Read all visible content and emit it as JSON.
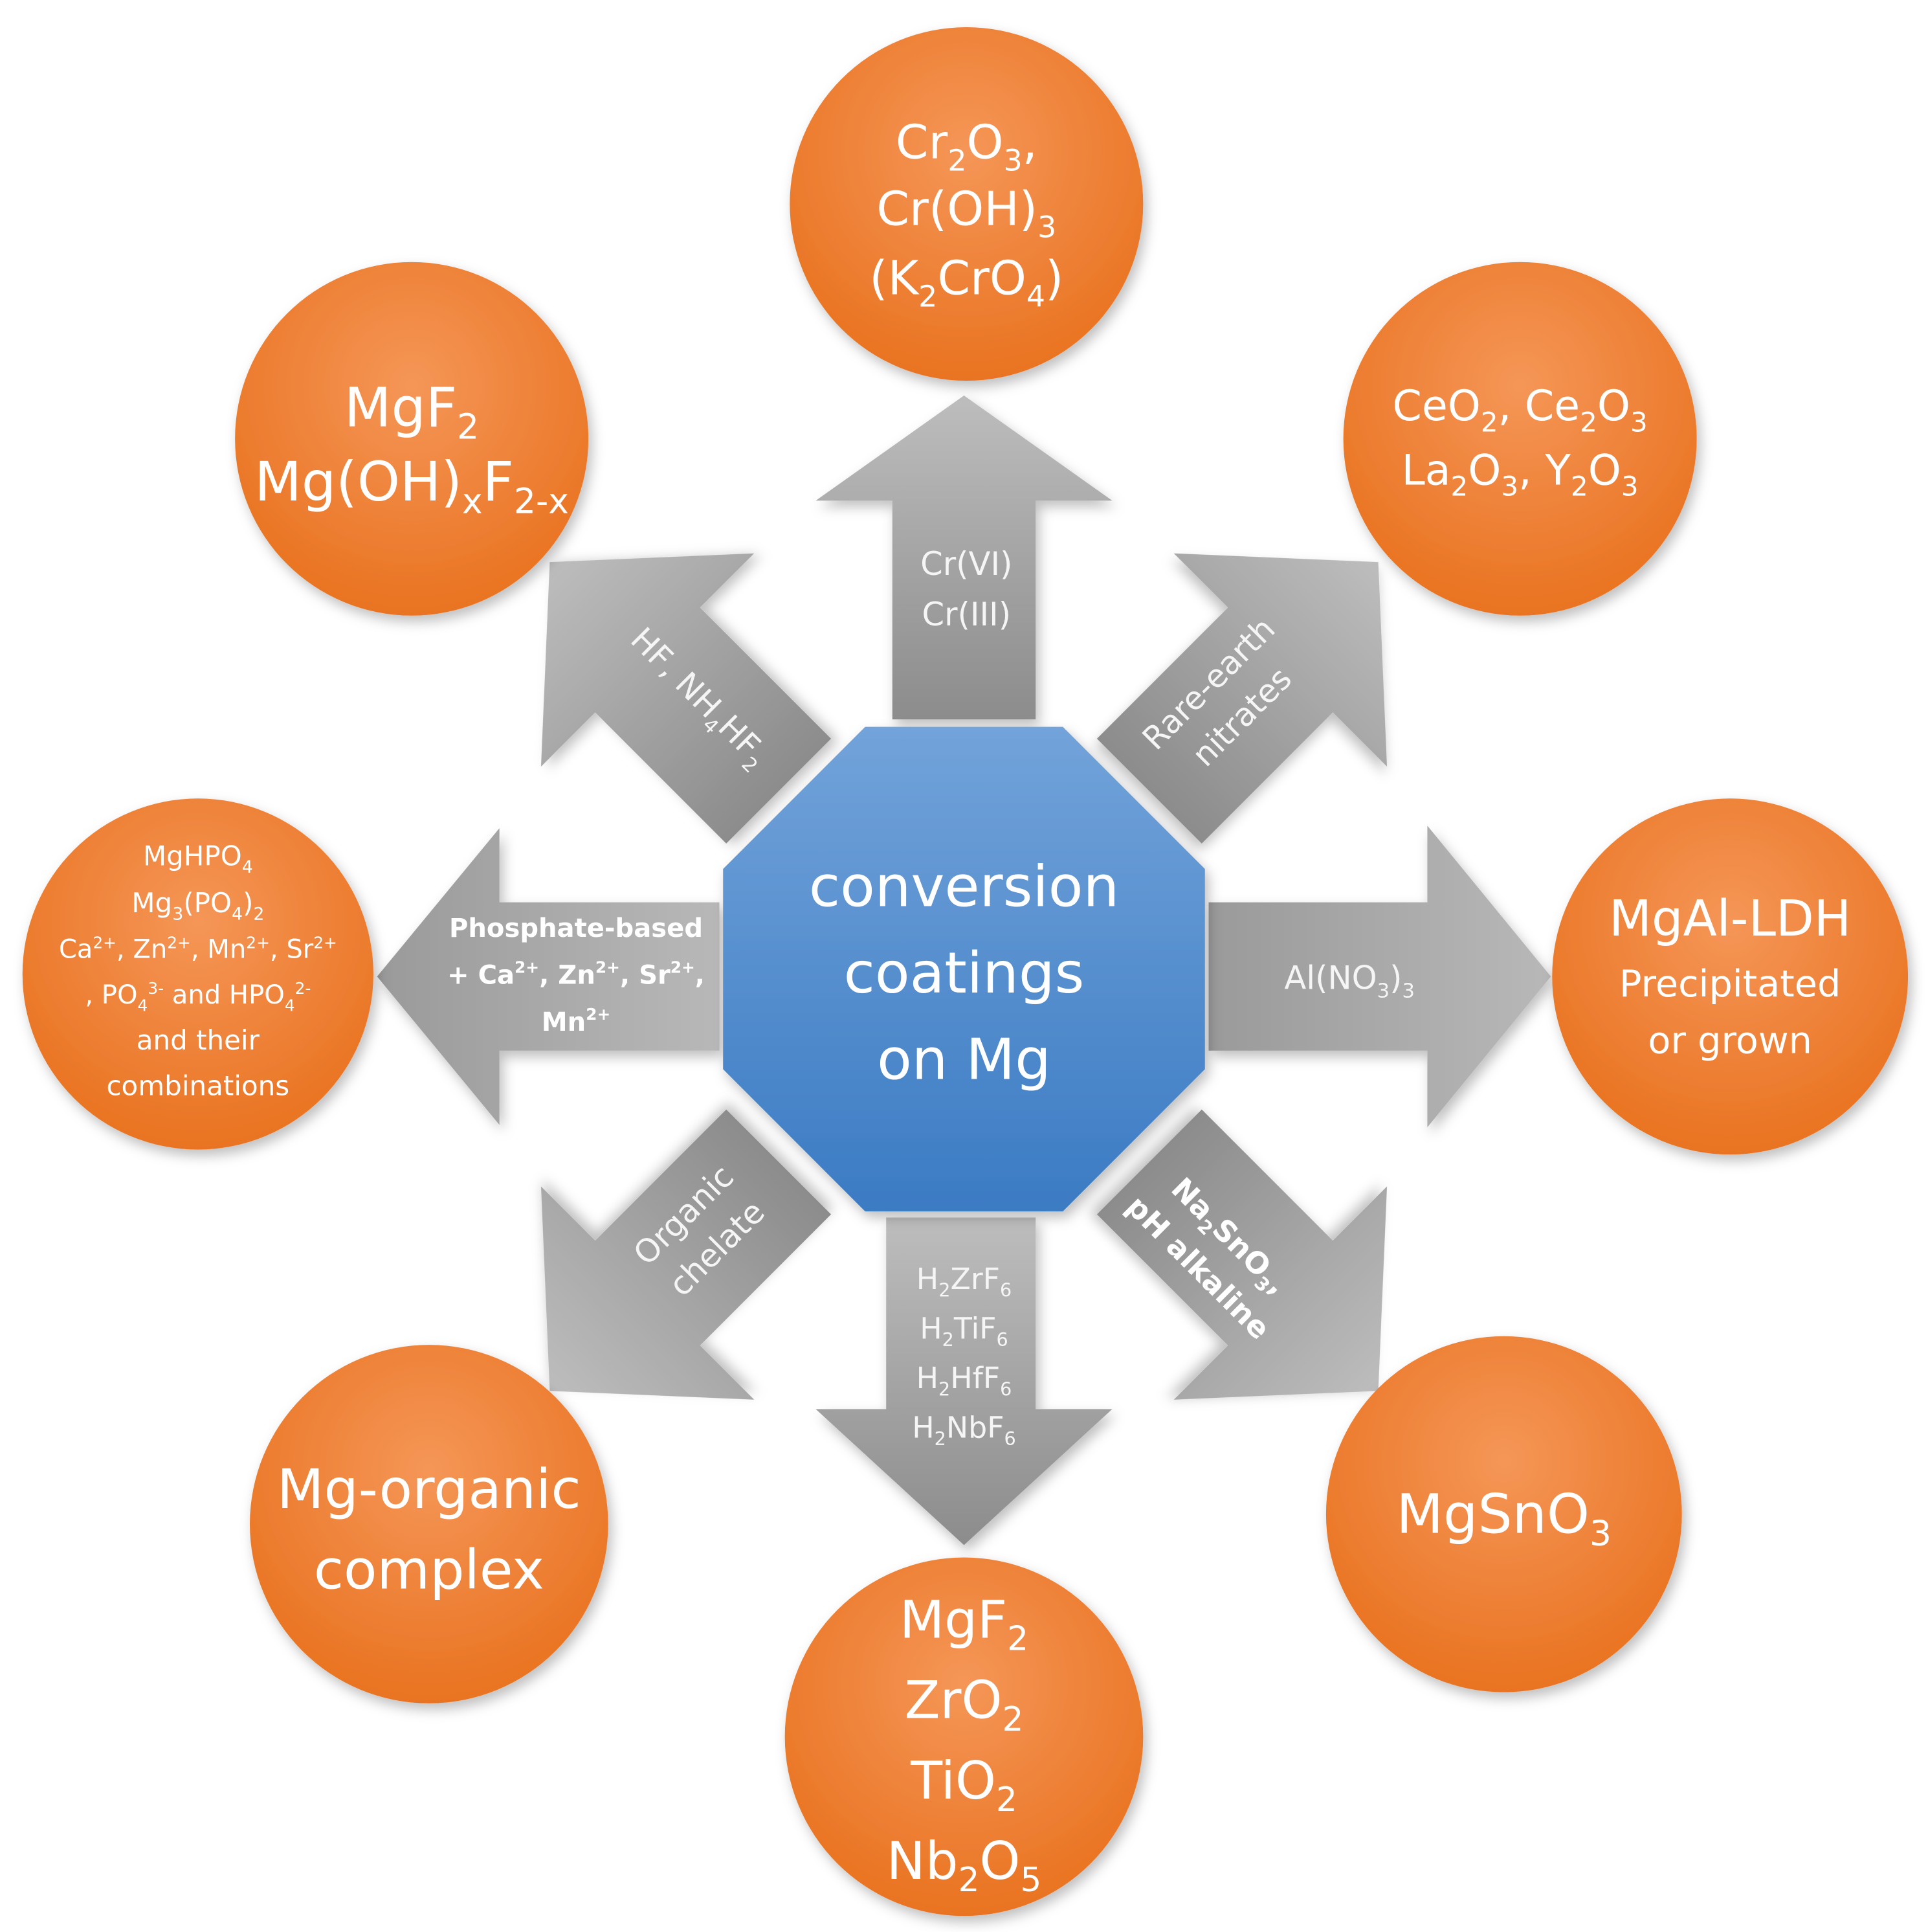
{
  "center": {
    "lines": [
      "conversion",
      "coatings",
      "on Mg"
    ]
  },
  "arrows": {
    "top": [
      "Cr(VI)",
      "Cr(III)"
    ],
    "top_left_1": "HF, NH",
    "top_left_sub1": "4",
    "top_left_2": "HF",
    "top_left_sub2": "2",
    "top_right": [
      "Rare-earth",
      "nitrates"
    ],
    "left": {
      "l1": "Phosphate-based",
      "l2a": "+ Ca",
      "l2a_sup": "2+",
      "l2b": ", Zn",
      "l2b_sup": "2+",
      "l2c": ", Sr",
      "l2c_sup": "2+",
      "l2d": ",",
      "l3": "Mn",
      "l3_sup": "2+"
    },
    "right": {
      "t": "Al(NO",
      "sub": "3",
      "t2": ")",
      "sub2": "3"
    },
    "bottom_left": [
      "Organic",
      "chelate"
    ],
    "bottom": [
      {
        "a": "H",
        "s1": "2",
        "b": "ZrF",
        "s2": "6"
      },
      {
        "a": "H",
        "s1": "2",
        "b": "TiF",
        "s2": "6"
      },
      {
        "a": "H",
        "s1": "2",
        "b": "HfF",
        "s2": "6"
      },
      {
        "a": "H",
        "s1": "2",
        "b": "NbF",
        "s2": "6"
      }
    ],
    "bottom_right": {
      "a": "Na",
      "s1": "2",
      "b": "SnO",
      "s2": "3",
      "c": ",",
      "line2": "pH alkaline"
    }
  },
  "circles": {
    "top": [
      {
        "a": "Cr",
        "s1": "2",
        "b": "O",
        "s2": "3",
        "c": ","
      },
      {
        "a": "Cr(OH)",
        "s1": "3"
      },
      {
        "a": "(K",
        "s1": "2",
        "b": "CrO",
        "s2": "4",
        "c": ")"
      }
    ],
    "top_left": [
      {
        "a": "MgF",
        "s1": "2"
      },
      {
        "a": "Mg(OH)",
        "s1": "x",
        "b": "F",
        "s2": "2-x"
      }
    ],
    "top_right": [
      {
        "a": "CeO",
        "s1": "2",
        "b": ", Ce",
        "s2": "2",
        "c": "O",
        "s3": "3"
      },
      {
        "a": "La",
        "s1": "2",
        "b": "O",
        "s2": "3",
        "c": ", Y",
        "s3": "2",
        "d": "O",
        "s4": "3"
      }
    ],
    "left": {
      "l1": "MgHPO",
      "l1s": "4",
      "l2": "Mg",
      "l2s1": "3",
      "l2b": "(PO",
      "l2s2": "4",
      "l2c": ")",
      "l2s3": "2",
      "l3a": "Ca",
      "l3a_sup": "2+",
      "l3b": ", Zn",
      "l3b_sup": "2+",
      "l3c": ", Mn",
      "l3c_sup": "2+",
      "l3d": ", Sr",
      "l3d_sup": "2+",
      "l4a": ", PO",
      "l4a_sub": "4",
      "l4a_sup": "3-",
      "l4b": " and HPO",
      "l4b_sub": "4",
      "l4b_sup": "2-",
      "l5": "and their",
      "l6": "combinations"
    },
    "right": [
      "MgAl-LDH",
      "Precipitated",
      "or grown"
    ],
    "bottom_left": [
      "Mg-organic",
      "complex"
    ],
    "bottom": [
      {
        "a": "MgF",
        "s1": "2"
      },
      {
        "a": "ZrO",
        "s1": "2"
      },
      {
        "a": "TiO",
        "s1": "2"
      },
      {
        "a": "Nb",
        "s1": "2",
        "b": "O",
        "s2": "5"
      }
    ],
    "bottom_right": {
      "a": "MgSnO",
      "s1": "3"
    }
  },
  "colors": {
    "orange_light": "#f28c4a",
    "orange_dark": "#e9731f",
    "gray_light": "#b4b4b4",
    "gray_dark": "#8e8e8e",
    "blue_light": "#6f9fd6",
    "blue_dark": "#3e7fc6"
  }
}
